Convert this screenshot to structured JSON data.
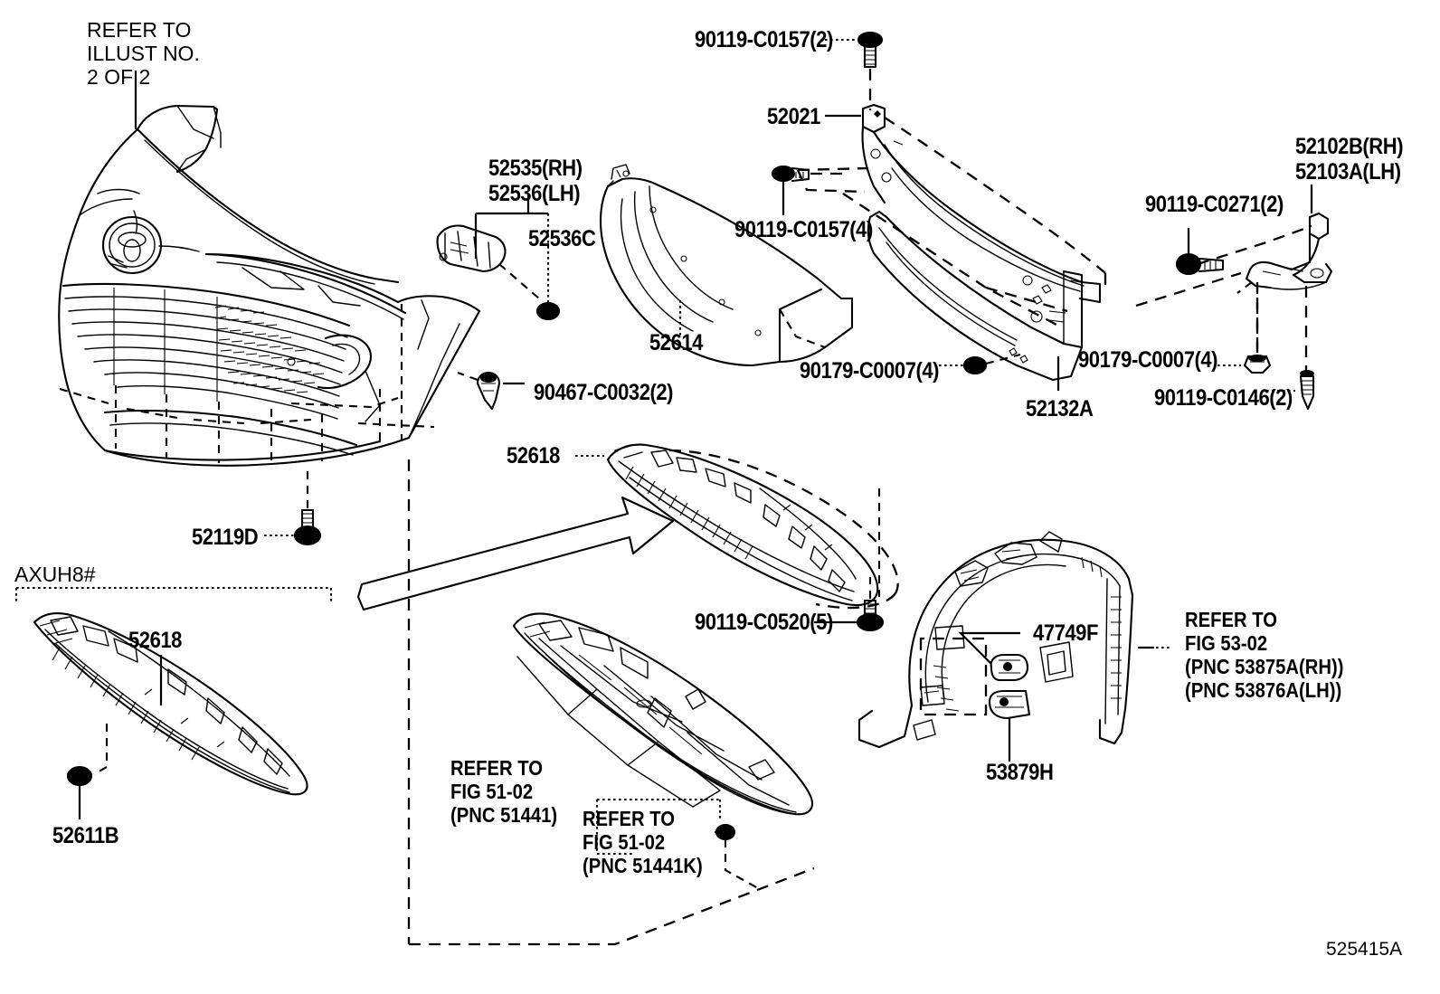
{
  "diagram": {
    "figure_code": "525415A",
    "group_bracket_label": "AXUH8#",
    "refer_illust": "REFER TO\nILLUST NO.\n2 OF 2",
    "labels": {
      "p52535_rh": "52535(RH)",
      "p52536_lh": "52536(LH)",
      "p52536c": "52536C",
      "p52021": "52021",
      "p52614": "52614",
      "p52132a": "52132A",
      "p52102b_rh": "52102B(RH)",
      "p52103a_lh": "52103A(LH)",
      "p52119d": "52119D",
      "p52618_main": "52618",
      "p52618_alt": "52618",
      "p52611b": "52611B",
      "p47749f": "47749F",
      "p53879h": "53879H",
      "b90119_c0157_2": "90119-C0157(2)",
      "b90119_c0157_4": "90119-C0157(4)",
      "b90119_c0271_2": "90119-C0271(2)",
      "b90119_c0146_2": "90119-C0146(2)",
      "b90119_c0520_5": "90119-C0520(5)",
      "b90179_c0007_4a": "90179-C0007(4)",
      "b90179_c0007_4b": "90179-C0007(4)",
      "b90467_c0032_2": "90467-C0032(2)",
      "refer_fig53": "REFER TO\nFIG 53-02\n(PNC 53875A(RH))\n(PNC 53876A(LH))",
      "refer_fig51_a": "REFER TO\nFIG 51-02\n(PNC 51441)",
      "refer_fig51_b": "REFER TO\nFIG 51-02\n(PNC 51441K)"
    },
    "colors": {
      "ink": "#000000",
      "paper": "#ffffff"
    }
  }
}
